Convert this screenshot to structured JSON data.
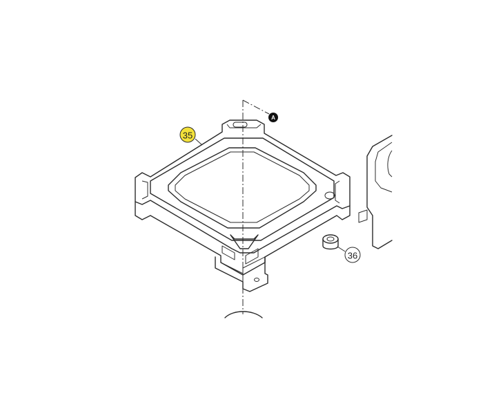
{
  "callouts": {
    "part_35": {
      "label": "35",
      "highlight_color": "#f3e13a"
    },
    "part_36": {
      "label": "36"
    }
  },
  "reference": {
    "label": "A"
  },
  "colors": {
    "line": "#2a2a2a",
    "background": "#ffffff",
    "highlight": "#f3e13a"
  }
}
